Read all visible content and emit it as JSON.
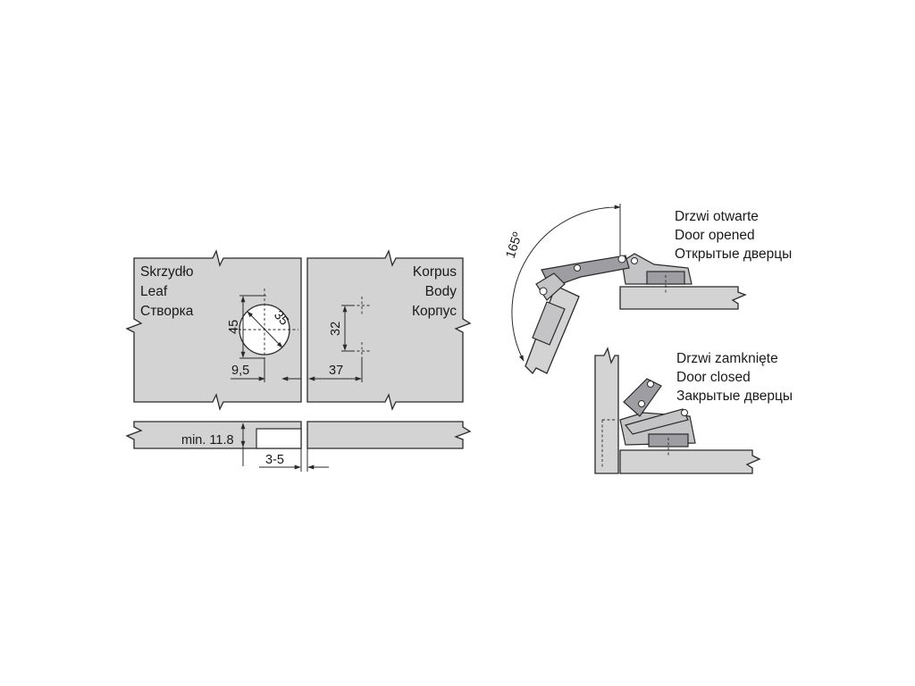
{
  "leaf_panel": {
    "label_pl": "Skrzydło",
    "label_en": "Leaf",
    "label_ru": "Створка",
    "dim_height": "45",
    "dim_diameter": "35",
    "dim_edge": "9,5"
  },
  "body_panel": {
    "label_pl": "Korpus",
    "label_en": "Body",
    "label_ru": "Корпус",
    "dim_vertical": "32",
    "dim_horizontal": "37"
  },
  "section": {
    "dim_min_thickness": "min. 11.8",
    "dim_gap": "3-5"
  },
  "door_opened": {
    "label_pl": "Drzwi otwarte",
    "label_en": "Door opened",
    "label_ru": "Открытые дверцы",
    "angle": "165º"
  },
  "door_closed": {
    "label_pl": "Drzwi zamknięte",
    "label_en": "Door closed",
    "label_ru": "Закрытые дверцы"
  },
  "colors": {
    "panel_fill": "#d3d3d4",
    "outline": "#2a2a2a",
    "hinge_fill": "#c4c4c6"
  }
}
